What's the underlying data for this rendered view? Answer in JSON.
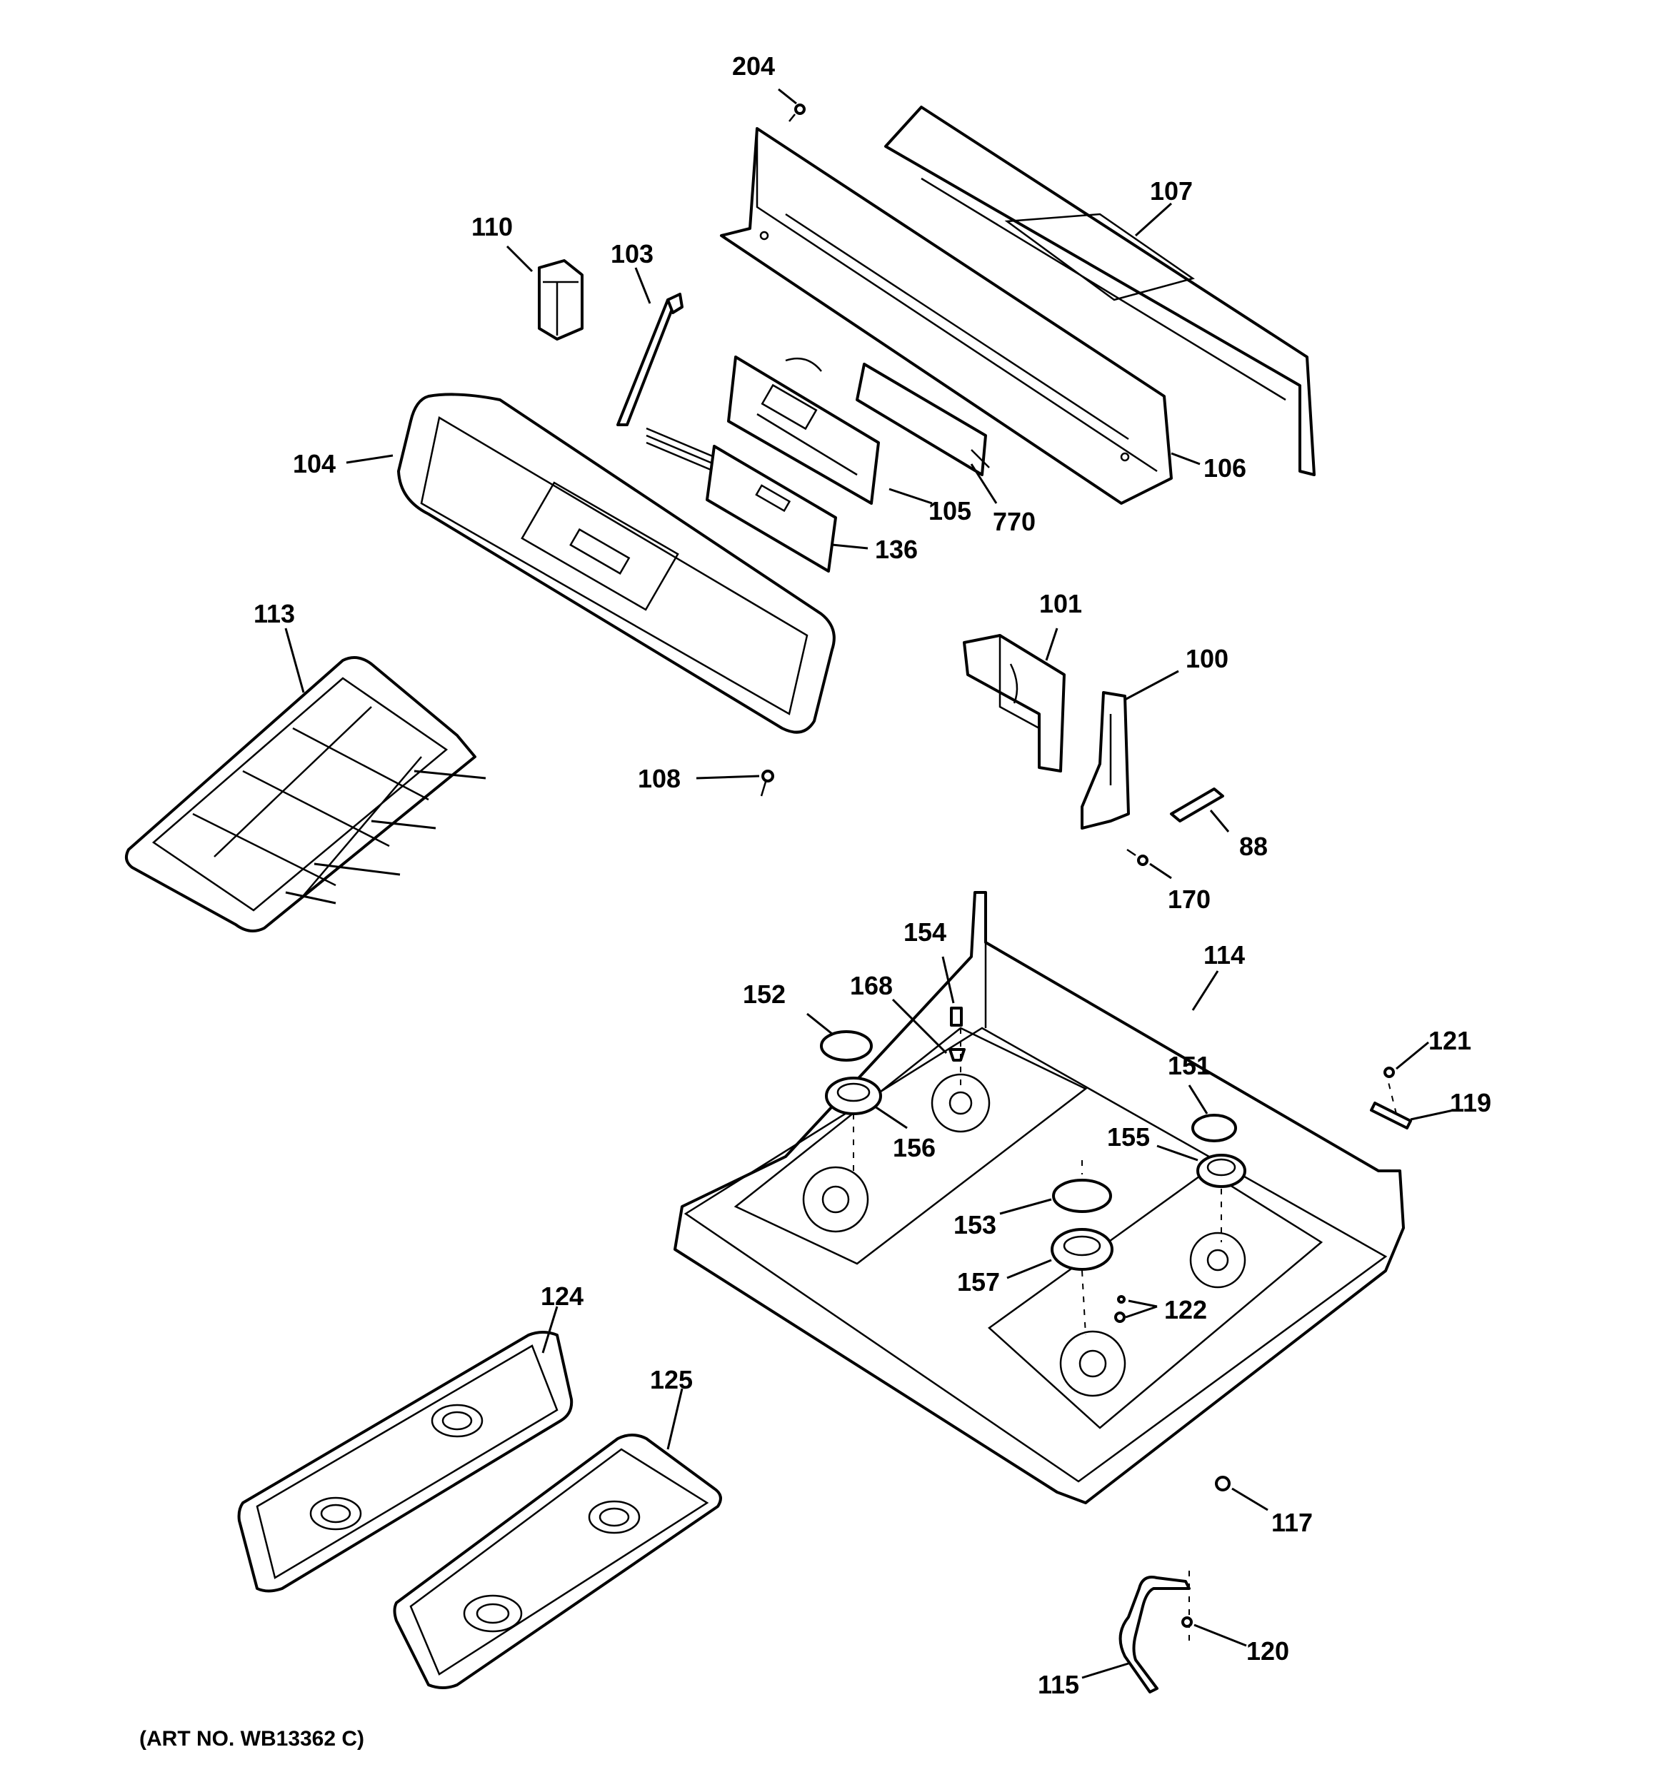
{
  "diagram": {
    "art_number": "(ART NO. WB13362 C)",
    "labels": {
      "p204": "204",
      "p107": "107",
      "p110": "110",
      "p103": "103",
      "p104": "104",
      "p106": "106",
      "p105": "105",
      "p770": "770",
      "p136": "136",
      "p113": "113",
      "p101": "101",
      "p100": "100",
      "p108": "108",
      "p88": "88",
      "p170": "170",
      "p154": "154",
      "p114": "114",
      "p152": "152",
      "p168": "168",
      "p151": "151",
      "p121": "121",
      "p119": "119",
      "p156": "156",
      "p155": "155",
      "p153": "153",
      "p157": "157",
      "p122": "122",
      "p124": "124",
      "p125": "125",
      "p117": "117",
      "p120": "120",
      "p115": "115"
    }
  }
}
